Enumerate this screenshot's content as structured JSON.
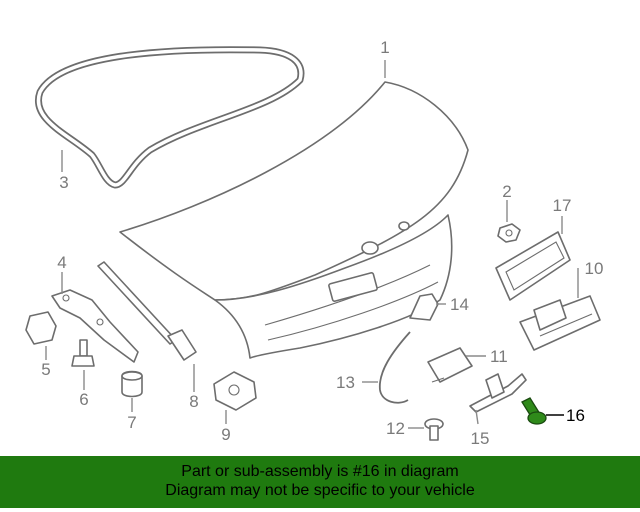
{
  "callouts": [
    "1",
    "2",
    "3",
    "4",
    "5",
    "6",
    "7",
    "8",
    "9",
    "10",
    "11",
    "12",
    "13",
    "14",
    "15",
    "16",
    "17"
  ],
  "highlight_color": "#1f7a0f",
  "banner": {
    "line1": "Part or sub-assembly is #16 in diagram",
    "line2": "Diagram may not be specific to your vehicle",
    "background": "#1f7a0f"
  }
}
